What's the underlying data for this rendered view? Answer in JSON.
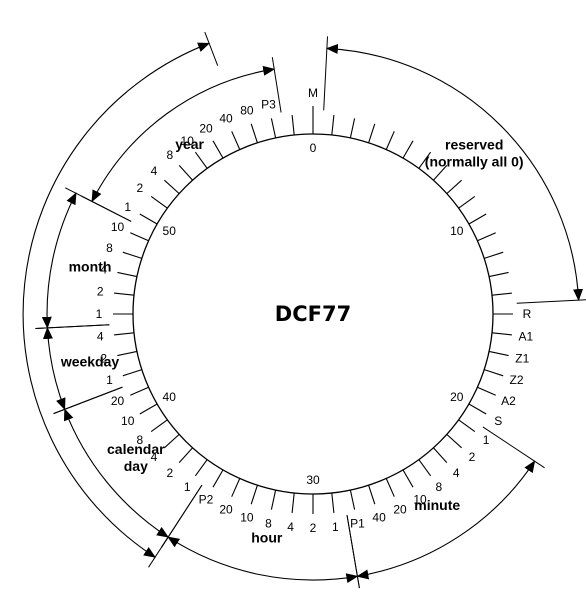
{
  "diagram": {
    "title": "DCF77",
    "colors": {
      "ink": "#000000",
      "background": "#ffffff"
    },
    "total_seconds": 60,
    "second_numbers": [
      {
        "second": 0,
        "label": "0"
      },
      {
        "second": 10,
        "label": "10"
      },
      {
        "second": 20,
        "label": "20"
      },
      {
        "second": 30,
        "label": "30"
      },
      {
        "second": 40,
        "label": "40"
      },
      {
        "second": 50,
        "label": "50"
      }
    ],
    "bit_labels": [
      {
        "second": 0,
        "label": "M"
      },
      {
        "second": 15,
        "label": "R"
      },
      {
        "second": 16,
        "label": "A1"
      },
      {
        "second": 17,
        "label": "Z1"
      },
      {
        "second": 18,
        "label": "Z2"
      },
      {
        "second": 19,
        "label": "A2"
      },
      {
        "second": 20,
        "label": "S"
      },
      {
        "second": 21,
        "label": "1"
      },
      {
        "second": 22,
        "label": "2"
      },
      {
        "second": 23,
        "label": "4"
      },
      {
        "second": 24,
        "label": "8"
      },
      {
        "second": 25,
        "label": "10"
      },
      {
        "second": 26,
        "label": "20"
      },
      {
        "second": 27,
        "label": "40"
      },
      {
        "second": 28,
        "label": "P1"
      },
      {
        "second": 29,
        "label": "1"
      },
      {
        "second": 30,
        "label": "2"
      },
      {
        "second": 31,
        "label": "4"
      },
      {
        "second": 32,
        "label": "8"
      },
      {
        "second": 33,
        "label": "10"
      },
      {
        "second": 34,
        "label": "20"
      },
      {
        "second": 35,
        "label": "P2"
      },
      {
        "second": 36,
        "label": "1"
      },
      {
        "second": 37,
        "label": "2"
      },
      {
        "second": 38,
        "label": "4"
      },
      {
        "second": 39,
        "label": "8"
      },
      {
        "second": 40,
        "label": "10"
      },
      {
        "second": 41,
        "label": "20"
      },
      {
        "second": 42,
        "label": "1"
      },
      {
        "second": 43,
        "label": "2"
      },
      {
        "second": 44,
        "label": "4"
      },
      {
        "second": 45,
        "label": "1"
      },
      {
        "second": 46,
        "label": "2"
      },
      {
        "second": 47,
        "label": "4"
      },
      {
        "second": 48,
        "label": "8"
      },
      {
        "second": 49,
        "label": "10"
      },
      {
        "second": 50,
        "label": "1"
      },
      {
        "second": 51,
        "label": "2"
      },
      {
        "second": 52,
        "label": "4"
      },
      {
        "second": 53,
        "label": "8"
      },
      {
        "second": 54,
        "label": "10"
      },
      {
        "second": 55,
        "label": "20"
      },
      {
        "second": 56,
        "label": "40"
      },
      {
        "second": 57,
        "label": "80"
      },
      {
        "second": 58,
        "label": "P3"
      }
    ],
    "fields": [
      {
        "name": "reserved",
        "label_lines": [
          "reserved",
          "(normally all 0)"
        ],
        "start": 1,
        "end": 14
      },
      {
        "name": "minute",
        "label_lines": [
          "minute"
        ],
        "start": 21,
        "end": 28
      },
      {
        "name": "hour",
        "label_lines": [
          "hour"
        ],
        "start": 29,
        "end": 35
      },
      {
        "name": "calendar-day",
        "label_lines": [
          "calendar",
          "day"
        ],
        "start": 36,
        "end": 41
      },
      {
        "name": "weekday",
        "label_lines": [
          "weekday"
        ],
        "start": 42,
        "end": 44
      },
      {
        "name": "month",
        "label_lines": [
          "month"
        ],
        "start": 45,
        "end": 49
      },
      {
        "name": "year",
        "label_lines": [
          "year"
        ],
        "start": 50,
        "end": 58
      }
    ]
  }
}
